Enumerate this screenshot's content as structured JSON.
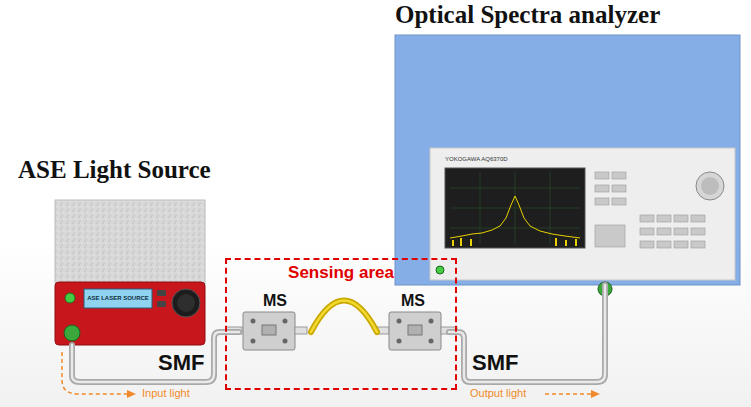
{
  "diagram": {
    "nodes": [
      {
        "text": [
          "ASE Light Source",
          "ASE LASER SOURCE"
        ]
      },
      {
        "text": [
          "Optical Spectra analyzer",
          "YOKOGAWA AQ6370D"
        ]
      },
      {
        "text": [
          "Sensing area"
        ]
      },
      {
        "text": [
          "MS"
        ],
        "in": 2
      },
      {
        "text": [
          "MS"
        ],
        "in": 2
      }
    ],
    "edges": [
      {
        "from": 0,
        "to": 3,
        "arrow": "none",
        "label": "SMF"
      },
      {
        "from": 3,
        "to": 4,
        "arrow": "none"
      },
      {
        "from": 4,
        "to": 1,
        "arrow": "none",
        "label": "SMF"
      }
    ],
    "labels": [
      "Input light",
      "Output light"
    ]
  }
}
